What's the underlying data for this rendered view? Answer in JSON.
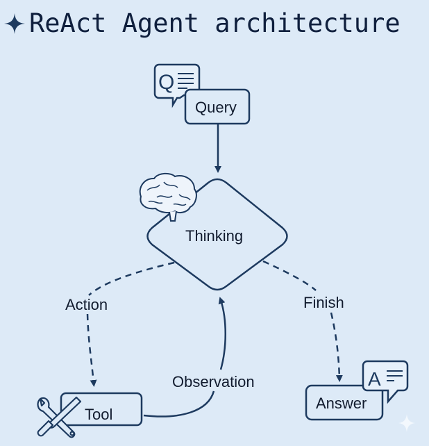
{
  "title": "ReAct Agent architecture",
  "colors": {
    "stroke": "#1d3a5f",
    "background": "#ddeaf7",
    "text": "#111b2e"
  },
  "nodes": {
    "query": {
      "label": "Query",
      "icon": "query-chat-icon",
      "icon_letter": "Q"
    },
    "thinking": {
      "label": "Thinking",
      "icon": "brain-icon"
    },
    "tool": {
      "label": "Tool",
      "icon": "wrench-screwdriver-icon"
    },
    "answer": {
      "label": "Answer",
      "icon": "answer-chat-icon",
      "icon_letter": "A"
    }
  },
  "edges": {
    "action": "Action",
    "finish": "Finish",
    "observation": "Observation"
  }
}
